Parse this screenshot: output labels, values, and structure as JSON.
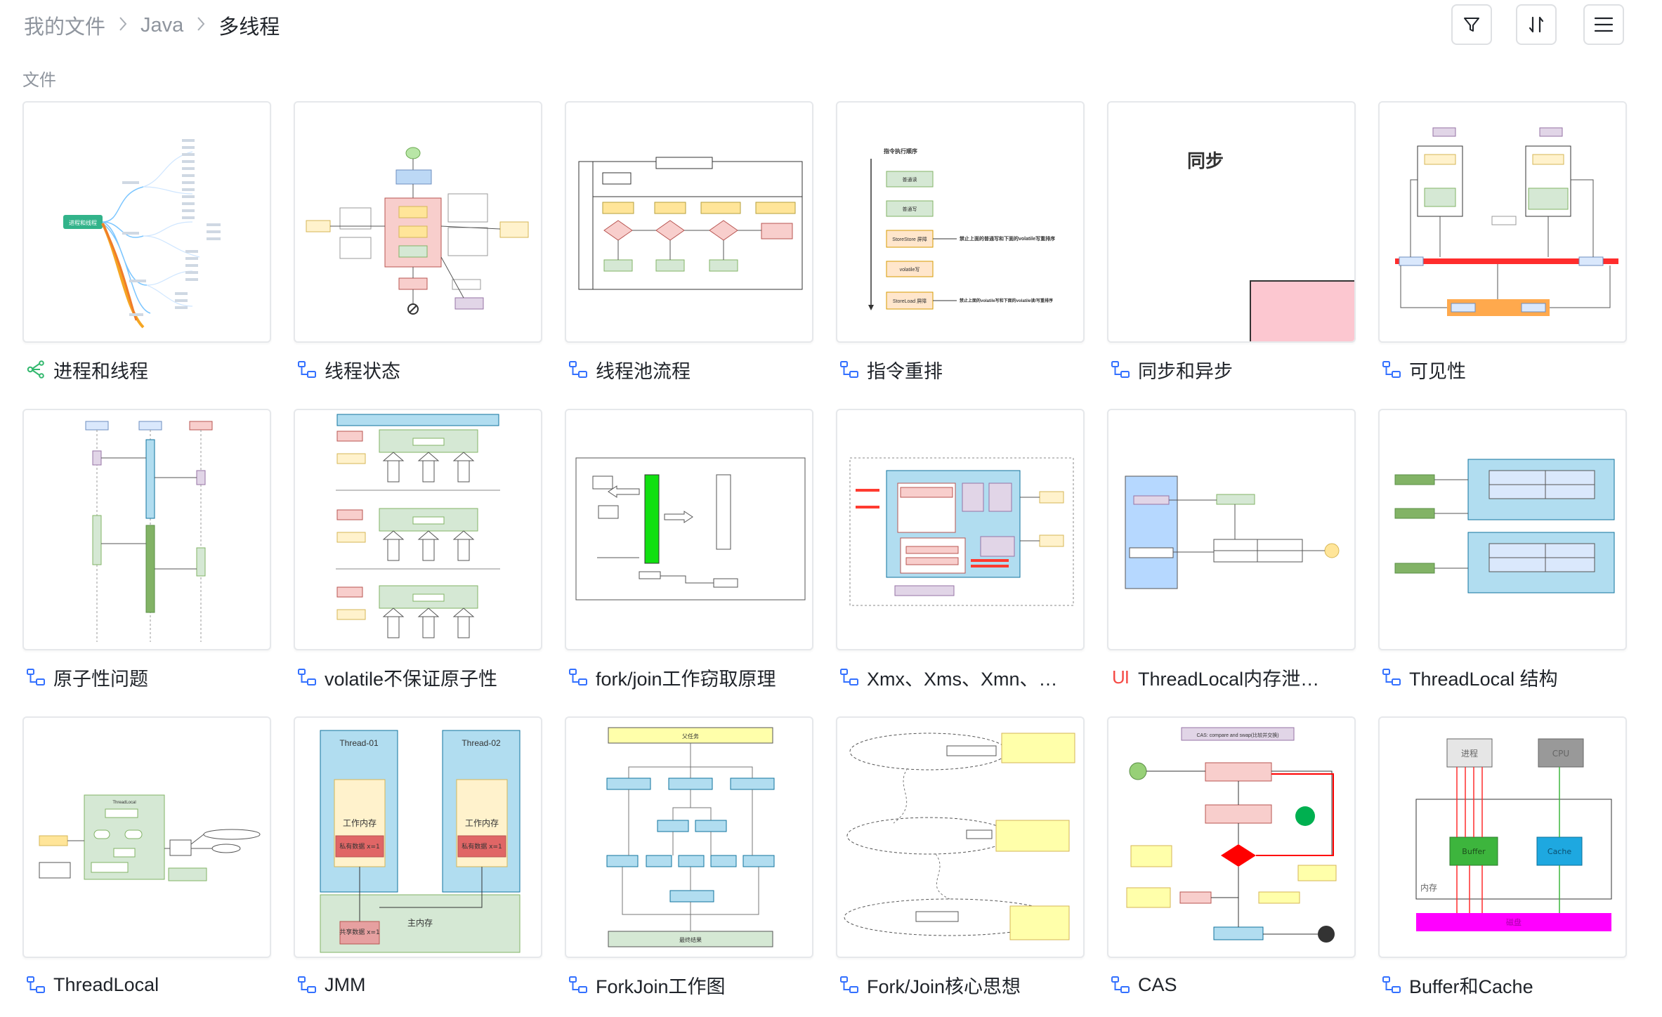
{
  "breadcrumb": {
    "items": [
      "我的文件",
      "Java",
      "多线程"
    ]
  },
  "toolbar": {
    "filter_icon": "filter-icon",
    "sort_icon": "sort-icon",
    "view_icon": "list-view-icon"
  },
  "section": {
    "label": "文件"
  },
  "colors": {
    "flow_icon": "#3370ff",
    "mindmap_icon": "#33b86e",
    "ui_icon": "#f54a45"
  },
  "thumb_text": {
    "t0_center": "进程和线程",
    "t3_title": "指令执行顺序",
    "t3_b1": "普通读",
    "t3_b2": "普通写",
    "t3_b3": "StoreStore 屏障",
    "t3_b4": "volatile写",
    "t3_b5": "StoreLoad 屏障",
    "t3_n1": "禁止上面的普通写和下面的volatile写重排序",
    "t3_n2": "禁止上面的volatile写和下面的volatile读/写重排序",
    "t4_title": "同步",
    "t12_thread": "ThreadLocal",
    "t13_t1": "Thread-01",
    "t13_t2": "Thread-02",
    "t13_w1": "工作内存",
    "t13_w2": "工作内存",
    "t13_p1": "私有数据 x=1",
    "t13_p2": "私有数据 x=1",
    "t13_main": "主内存",
    "t13_share": "共享数据 x=1",
    "t14_top": "父任务",
    "t14_bottom": "最终结果",
    "t16_title": "CAS: compare and swap(比较并交换)",
    "t17_proc": "进程",
    "t17_cpu": "CPU",
    "t17_buf": "Buffer",
    "t17_cache": "Cache",
    "t17_mem": "内存",
    "t17_disk": "磁盘"
  },
  "files": [
    {
      "name": "进程和线程",
      "type": "mindmap",
      "icon": "mindmap-icon"
    },
    {
      "name": "线程状态",
      "type": "flow",
      "icon": "flowchart-icon"
    },
    {
      "name": "线程池流程",
      "type": "flow",
      "icon": "flowchart-icon"
    },
    {
      "name": "指令重排",
      "type": "flow",
      "icon": "flowchart-icon"
    },
    {
      "name": "同步和异步",
      "type": "flow",
      "icon": "flowchart-icon"
    },
    {
      "name": "可见性",
      "type": "flow",
      "icon": "flowchart-icon"
    },
    {
      "name": "原子性问题",
      "type": "flow",
      "icon": "flowchart-icon"
    },
    {
      "name": "volatile不保证原子性",
      "type": "flow",
      "icon": "flowchart-icon"
    },
    {
      "name": "fork/join工作窃取原理",
      "type": "flow",
      "icon": "flowchart-icon"
    },
    {
      "name": "Xmx、Xms、Xmn、…",
      "type": "flow",
      "icon": "flowchart-icon"
    },
    {
      "name": "ThreadLocal内存泄…",
      "type": "ui",
      "icon": "ui-diagram-icon",
      "icon_text": "UI"
    },
    {
      "name": "ThreadLocal 结构",
      "type": "flow",
      "icon": "flowchart-icon"
    },
    {
      "name": "ThreadLocal",
      "type": "flow",
      "icon": "flowchart-icon"
    },
    {
      "name": "JMM",
      "type": "flow",
      "icon": "flowchart-icon"
    },
    {
      "name": "ForkJoin工作图",
      "type": "flow",
      "icon": "flowchart-icon"
    },
    {
      "name": "Fork/Join核心思想",
      "type": "flow",
      "icon": "flowchart-icon"
    },
    {
      "name": "CAS",
      "type": "flow",
      "icon": "flowchart-icon"
    },
    {
      "name": "Buffer和Cache",
      "type": "flow",
      "icon": "flowchart-icon"
    }
  ]
}
